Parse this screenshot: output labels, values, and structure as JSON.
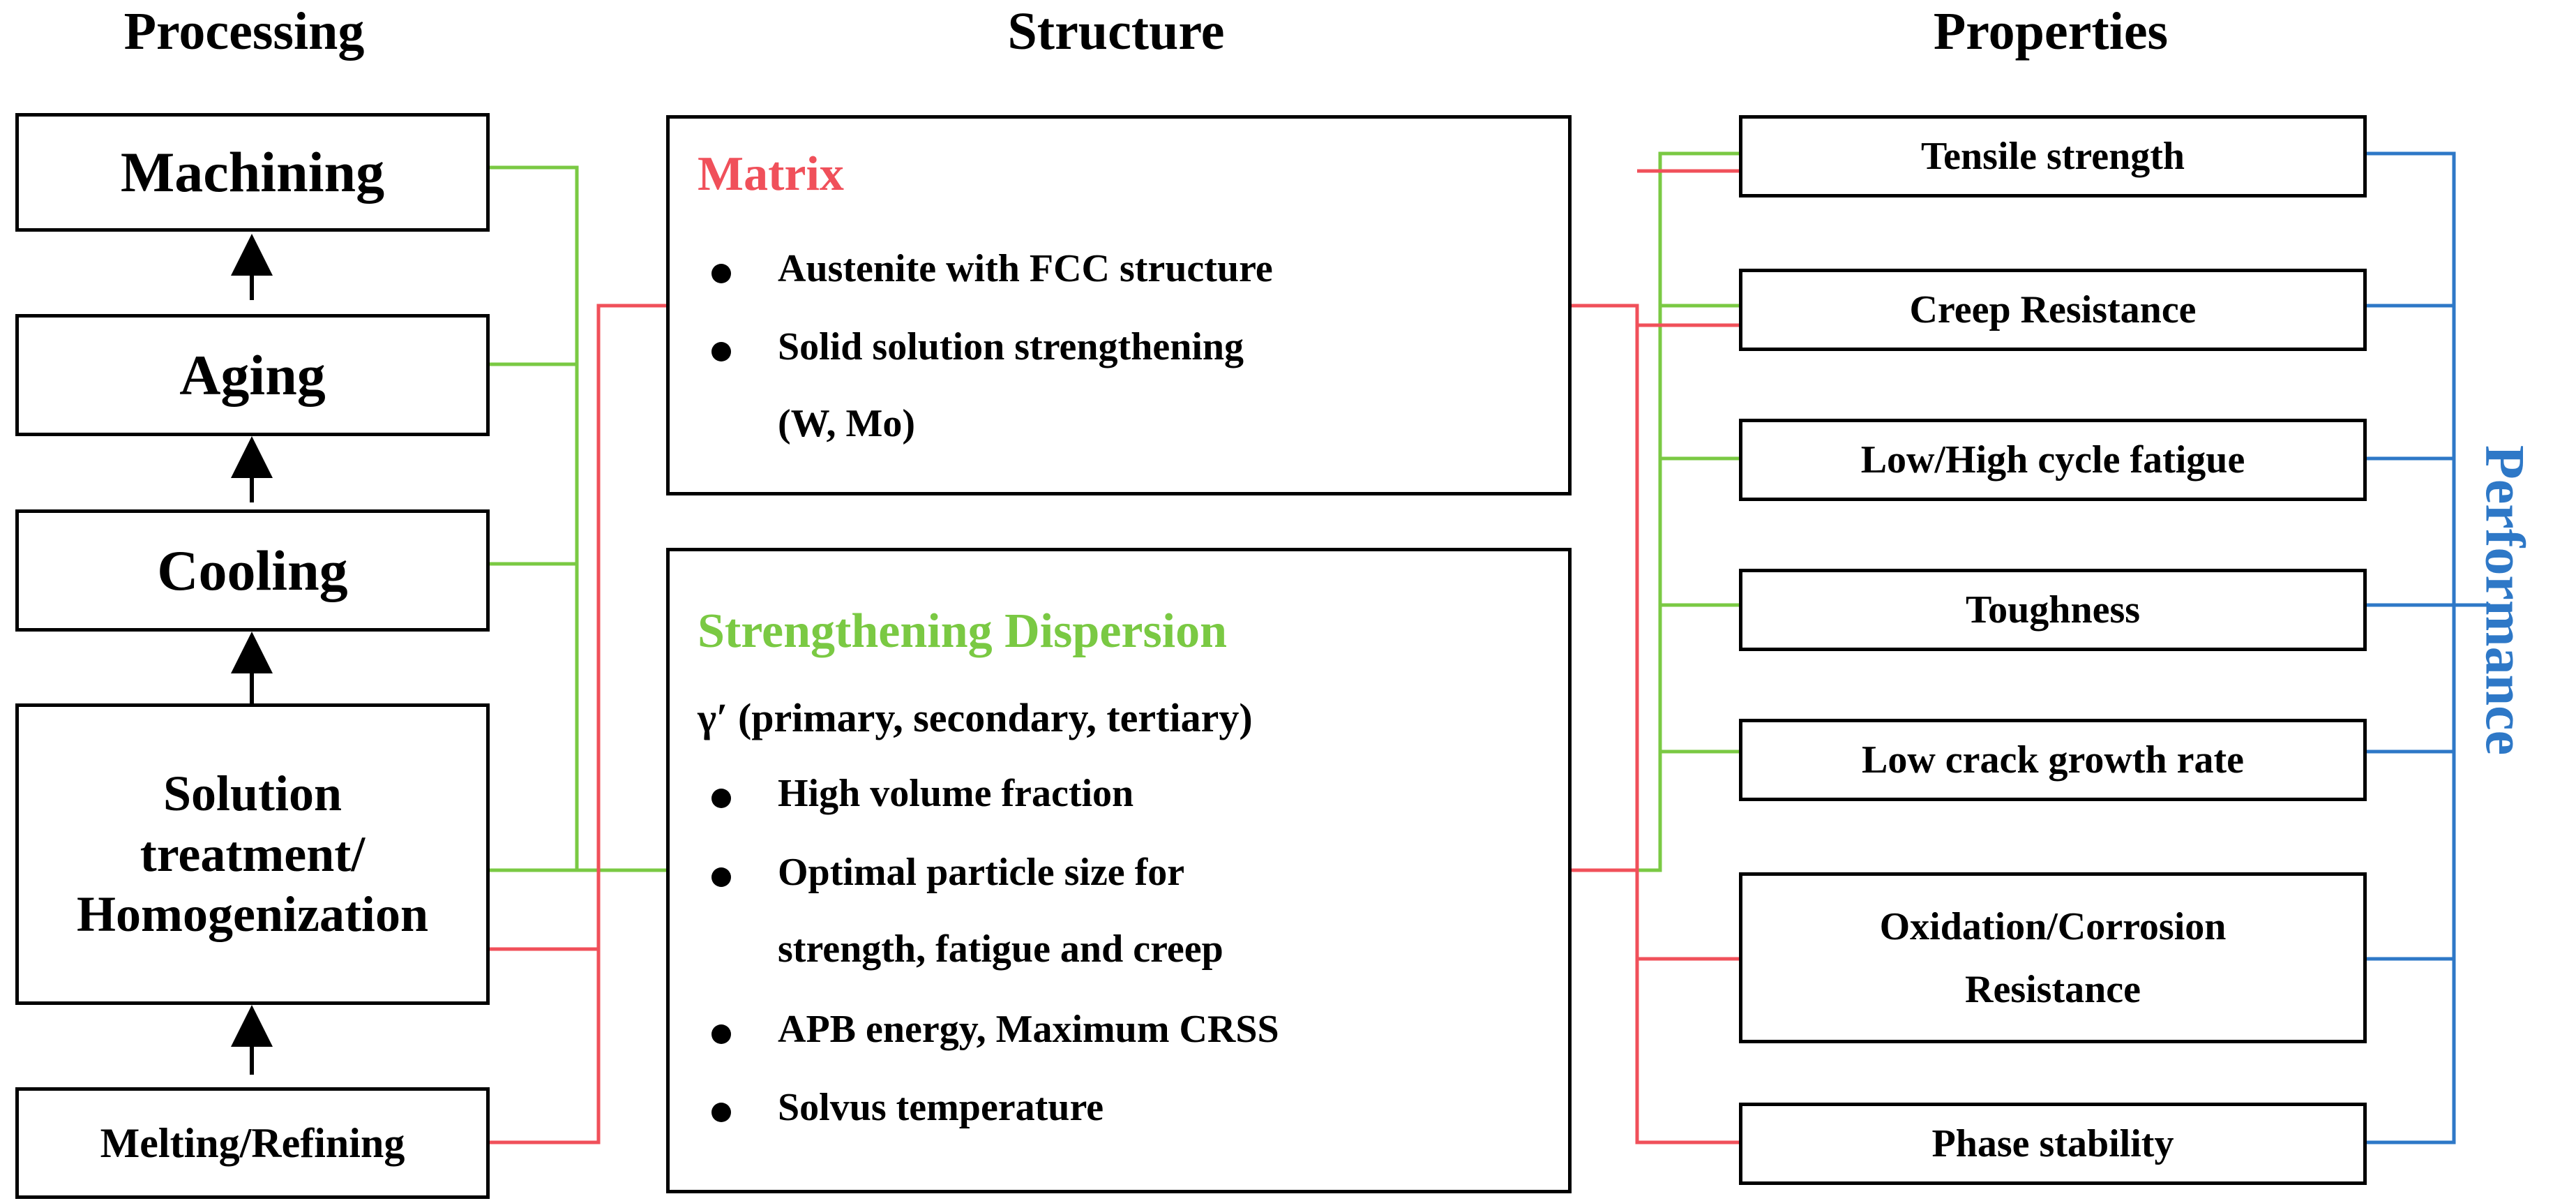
{
  "headings": {
    "processing": "Processing",
    "structure": "Structure",
    "properties": "Properties"
  },
  "processing": {
    "machining": "Machining",
    "aging": "Aging",
    "cooling": "Cooling",
    "solution_line1": "Solution",
    "solution_line2": "treatment/",
    "solution_line3": "Homogenization",
    "melting": "Melting/Refining"
  },
  "structure": {
    "matrix": {
      "title": "Matrix",
      "title_color": "#f0505a",
      "bullet1": "Austenite with FCC structure",
      "bullet2_line1": "Solid solution strengthening",
      "bullet2_line2": "(W, Mo)"
    },
    "dispersion": {
      "title": "Strengthening Dispersion",
      "title_color": "#7ac943",
      "subtitle": "γ′ (primary, secondary, tertiary)",
      "bullet1": "High volume fraction",
      "bullet2_line1": "Optimal particle size for",
      "bullet2_line2": "strength, fatigue and creep",
      "bullet3": "APB energy, Maximum CRSS",
      "bullet4": "Solvus temperature"
    }
  },
  "properties": {
    "tensile": "Tensile strength",
    "creep": "Creep Resistance",
    "fatigue": "Low/High cycle fatigue",
    "toughness": "Toughness",
    "crack": "Low crack growth rate",
    "oxidation_line1": "Oxidation/Corrosion",
    "oxidation_line2": "Resistance",
    "phase": "Phase stability"
  },
  "performance": "Performance",
  "colors": {
    "green_line": "#7ac943",
    "red_line": "#f0505a",
    "blue_line": "#2e78c7",
    "black": "#000000"
  }
}
